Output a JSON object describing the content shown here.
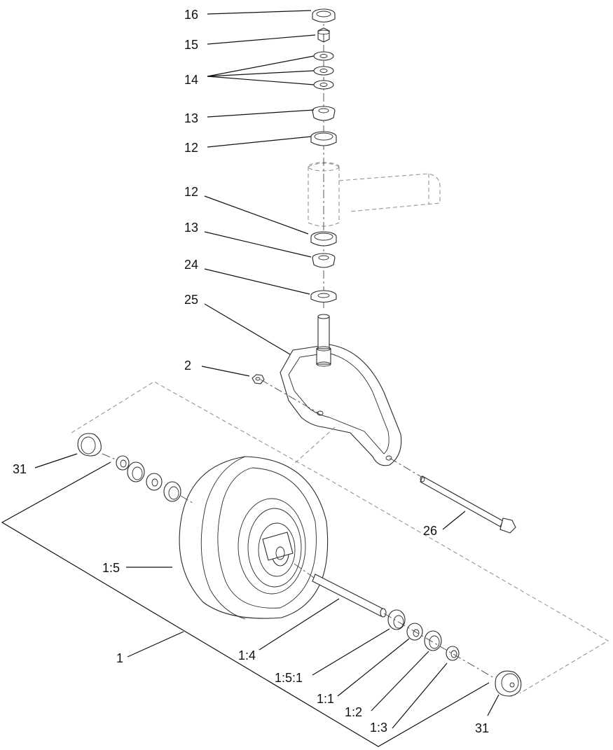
{
  "callouts": {
    "c16": "16",
    "c15": "15",
    "c14": "14",
    "c13a": "13",
    "c12a": "12",
    "c12b": "12",
    "c13b": "13",
    "c24": "24",
    "c25": "25",
    "c2": "2",
    "c31a": "31",
    "c26": "26",
    "c1_5": "1:5",
    "c1": "1",
    "c1_4": "1:4",
    "c1_5_1": "1:5:1",
    "c1_1": "1:1",
    "c1_2": "1:2",
    "c1_3": "1:3",
    "c31b": "31"
  }
}
